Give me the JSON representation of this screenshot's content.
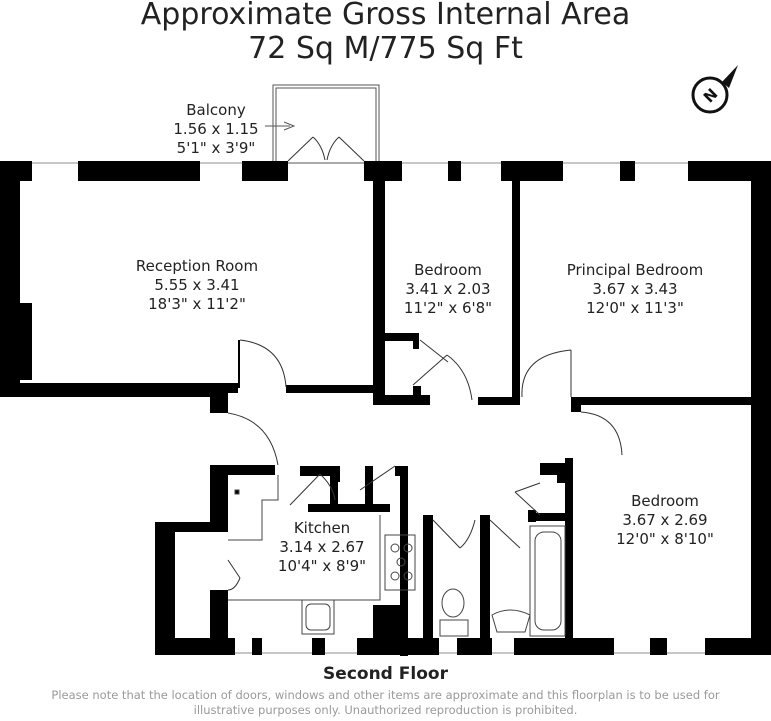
{
  "header": {
    "title_line1": "Approximate Gross Internal Area",
    "title_line2": "72 Sq M/775 Sq Ft"
  },
  "compass": {
    "icon": "north-compass-icon",
    "letter": "N"
  },
  "rooms": {
    "balcony": {
      "name": "Balcony",
      "metric": "1.56 x 1.15",
      "imperial": "5'1\" x 3'9\""
    },
    "reception": {
      "name": "Reception Room",
      "metric": "5.55 x 3.41",
      "imperial": "18'3\" x 11'2\""
    },
    "bedroom2": {
      "name": "Bedroom",
      "metric": "3.41 x 2.03",
      "imperial": "11'2\" x 6'8\""
    },
    "principal": {
      "name": "Principal Bedroom",
      "metric": "3.67 x 3.43",
      "imperial": "12'0\" x 11'3\""
    },
    "kitchen": {
      "name": "Kitchen",
      "metric": "3.14 x 2.67",
      "imperial": "10'4\" x 8'9\""
    },
    "bedroom3": {
      "name": "Bedroom",
      "metric": "3.67 x 2.69",
      "imperial": "12'0\" x 8'10\""
    }
  },
  "footer": {
    "floor": "Second Floor",
    "disclaimer": "Please note that the location of doors, windows and other items are approximate and this floorplan is to be used for illustrative purposes only. Unauthorized reproduction is prohibited."
  }
}
